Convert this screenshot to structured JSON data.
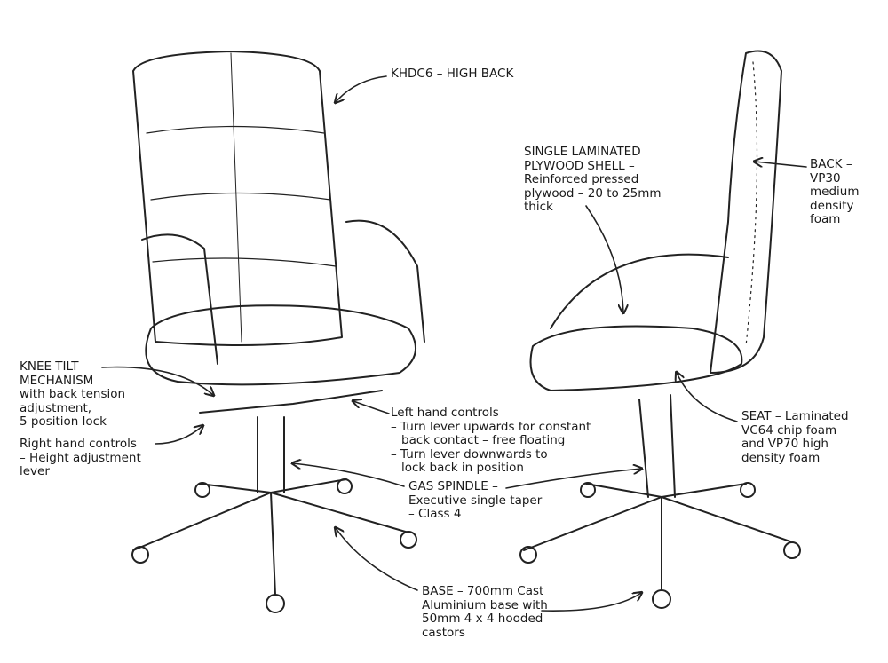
{
  "labels": {
    "model": [
      "KHDC6 – HIGH BACK"
    ],
    "shell": [
      "SINGLE LAMINATED",
      "PLYWOOD SHELL –",
      "Reinforced pressed",
      "plywood – 20 to 25mm",
      "thick"
    ],
    "back": [
      "BACK –",
      "VP30",
      "medium",
      "density",
      "foam"
    ],
    "knee_tilt": [
      "KNEE TILT",
      "MECHANISM",
      "with back tension",
      "adjustment,",
      "5 position lock"
    ],
    "right_controls": [
      "Right hand controls",
      "– Height adjustment",
      "lever"
    ],
    "left_controls": [
      "Left hand controls",
      "– Turn lever upwards for constant",
      "back contact – free floating",
      "– Turn lever downwards to",
      "lock back in position"
    ],
    "seat": [
      "SEAT – Laminated",
      "VC64 chip foam",
      "and VP70 high",
      "density foam"
    ],
    "gas_spindle": [
      "GAS SPINDLE –",
      "Executive single taper",
      "– Class 4"
    ],
    "base": [
      "BASE – 700mm Cast",
      "Aluminium base with",
      "50mm 4 x 4 hooded",
      "castors"
    ]
  }
}
